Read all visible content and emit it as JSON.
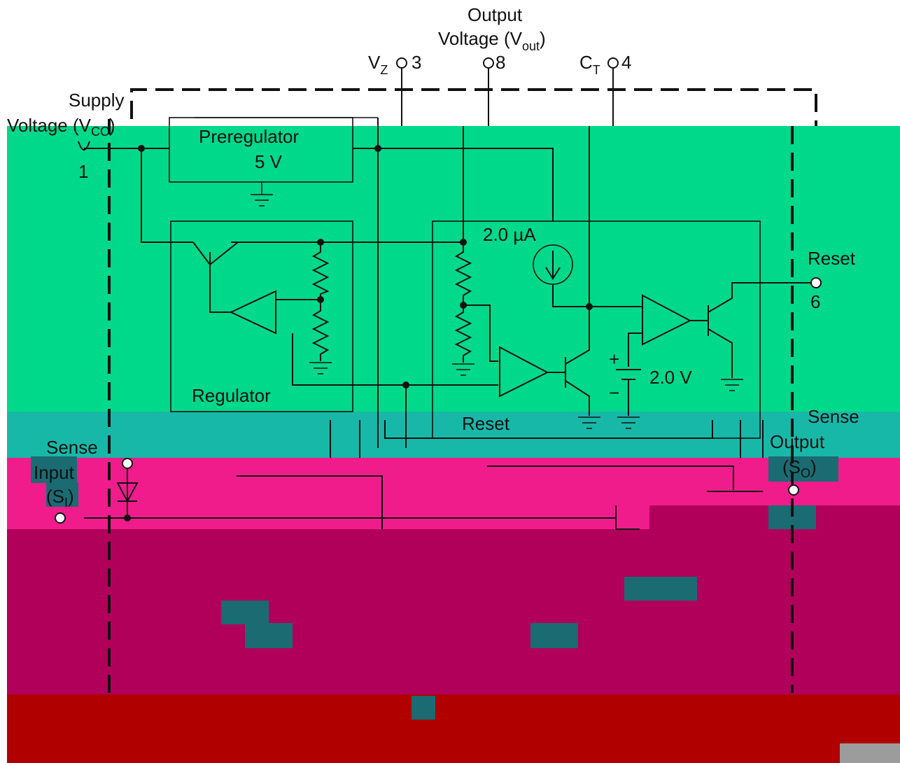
{
  "labels": {
    "output_voltage": "Output",
    "output_voltage_2": "Voltage (V",
    "output_voltage_sub": "out",
    "output_voltage_close": ")",
    "vz": "V",
    "vz_sub": "Z",
    "vz_pin": "3",
    "vout_pin": "8",
    "ct": "C",
    "ct_sub": "T",
    "ct_pin": "4",
    "supply": "Supply",
    "supply_2": "Voltage (V",
    "supply_sub": "CC",
    "supply_close": ")",
    "supply_pin": "1",
    "preregulator": "Preregulator",
    "preregulator_v": "5 V",
    "current_source": "2.0 µA",
    "reset": "Reset",
    "reset_pin": "6",
    "ref_voltage": "2.0 V",
    "plus": "+",
    "minus": "−",
    "regulator": "Regulator",
    "reset_block": "Reset",
    "sense_out": "Sense",
    "sense_out_2": "Output",
    "sense_out_3": "(S",
    "sense_out_sub": "O",
    "sense_out_close": ")",
    "sense_in": "Sense",
    "sense_in_2": "Input",
    "sense_in_3": "(S",
    "sense_in_sub": "I",
    "sense_in_close": ")"
  },
  "colors": {
    "block_regulator": "#00d98a",
    "block_sense_top": "#18b8a8",
    "block_sense_mid": "#f01c8c",
    "block_sense_low": "#b0005a",
    "block_bottom": "#b00000",
    "patch": "#1b6b73"
  }
}
